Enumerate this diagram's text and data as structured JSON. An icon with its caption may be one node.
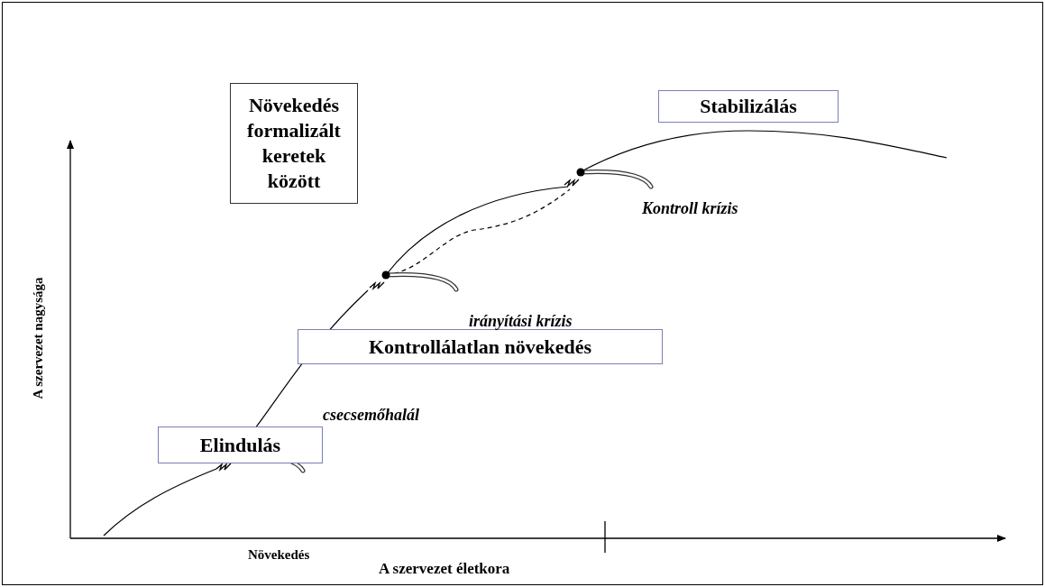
{
  "diagram": {
    "nodes": [
      {
        "text": [
          "Növekedés formalizált keretek között"
        ]
      },
      {
        "text": [
          "Stabilizálás"
        ]
      },
      {
        "text": [
          "Kontrollálatlan növekedés"
        ]
      },
      {
        "text": [
          "Elindulás"
        ]
      }
    ],
    "labels": [
      "Kontroll krízis",
      "irányítási krízis",
      "A szervezet nagysága",
      "csecsemőhalál",
      "Növekedés",
      "A szervezet életkora"
    ]
  }
}
